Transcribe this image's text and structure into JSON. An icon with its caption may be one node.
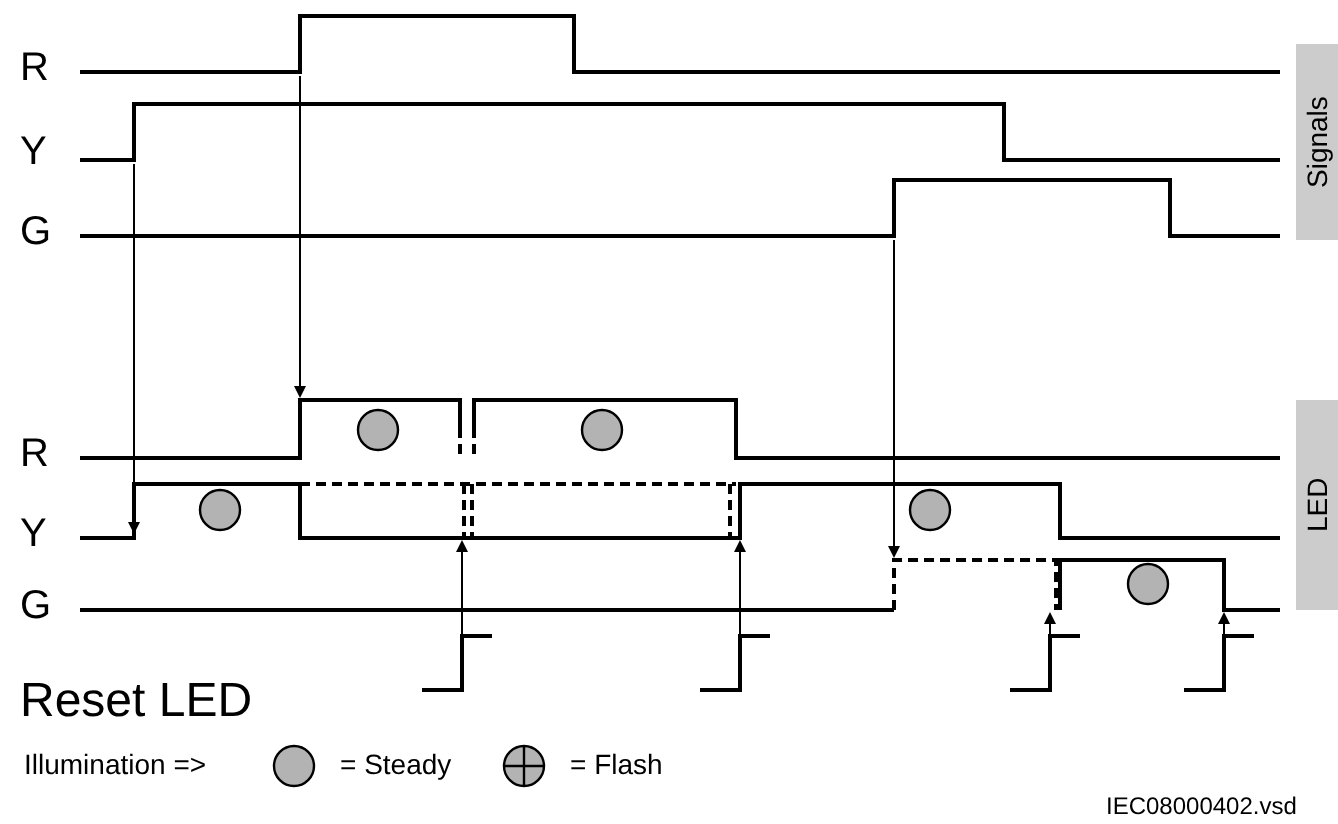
{
  "diagram": {
    "labels": [
      "R",
      "Y",
      "G",
      "Signals",
      "R",
      "Y",
      "G",
      "LED",
      "Reset LED",
      "Illumination =>",
      "IEC08000402.vsd"
    ],
    "legend": [
      {
        "text": "= Steady"
      },
      {
        "text": "= Flash"
      }
    ]
  }
}
